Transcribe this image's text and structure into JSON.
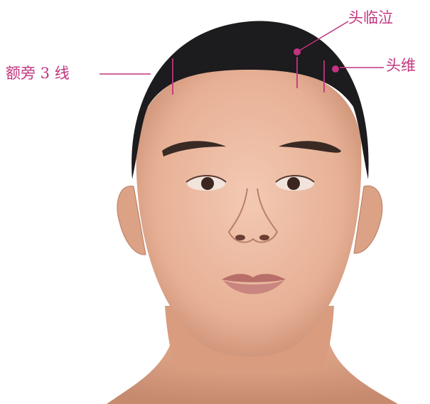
{
  "labels": {
    "e_pang_3_xian": "额旁 3 线",
    "tou_lin_qi": "头临泣",
    "tou_wei": "头维"
  },
  "colors": {
    "background": "#ffffff",
    "annotation": "#c2347f",
    "hair": "#1c1b1d",
    "skin": "#ecbaa2",
    "skin_shadow": "#c98d72",
    "lips": "#c47f78"
  }
}
